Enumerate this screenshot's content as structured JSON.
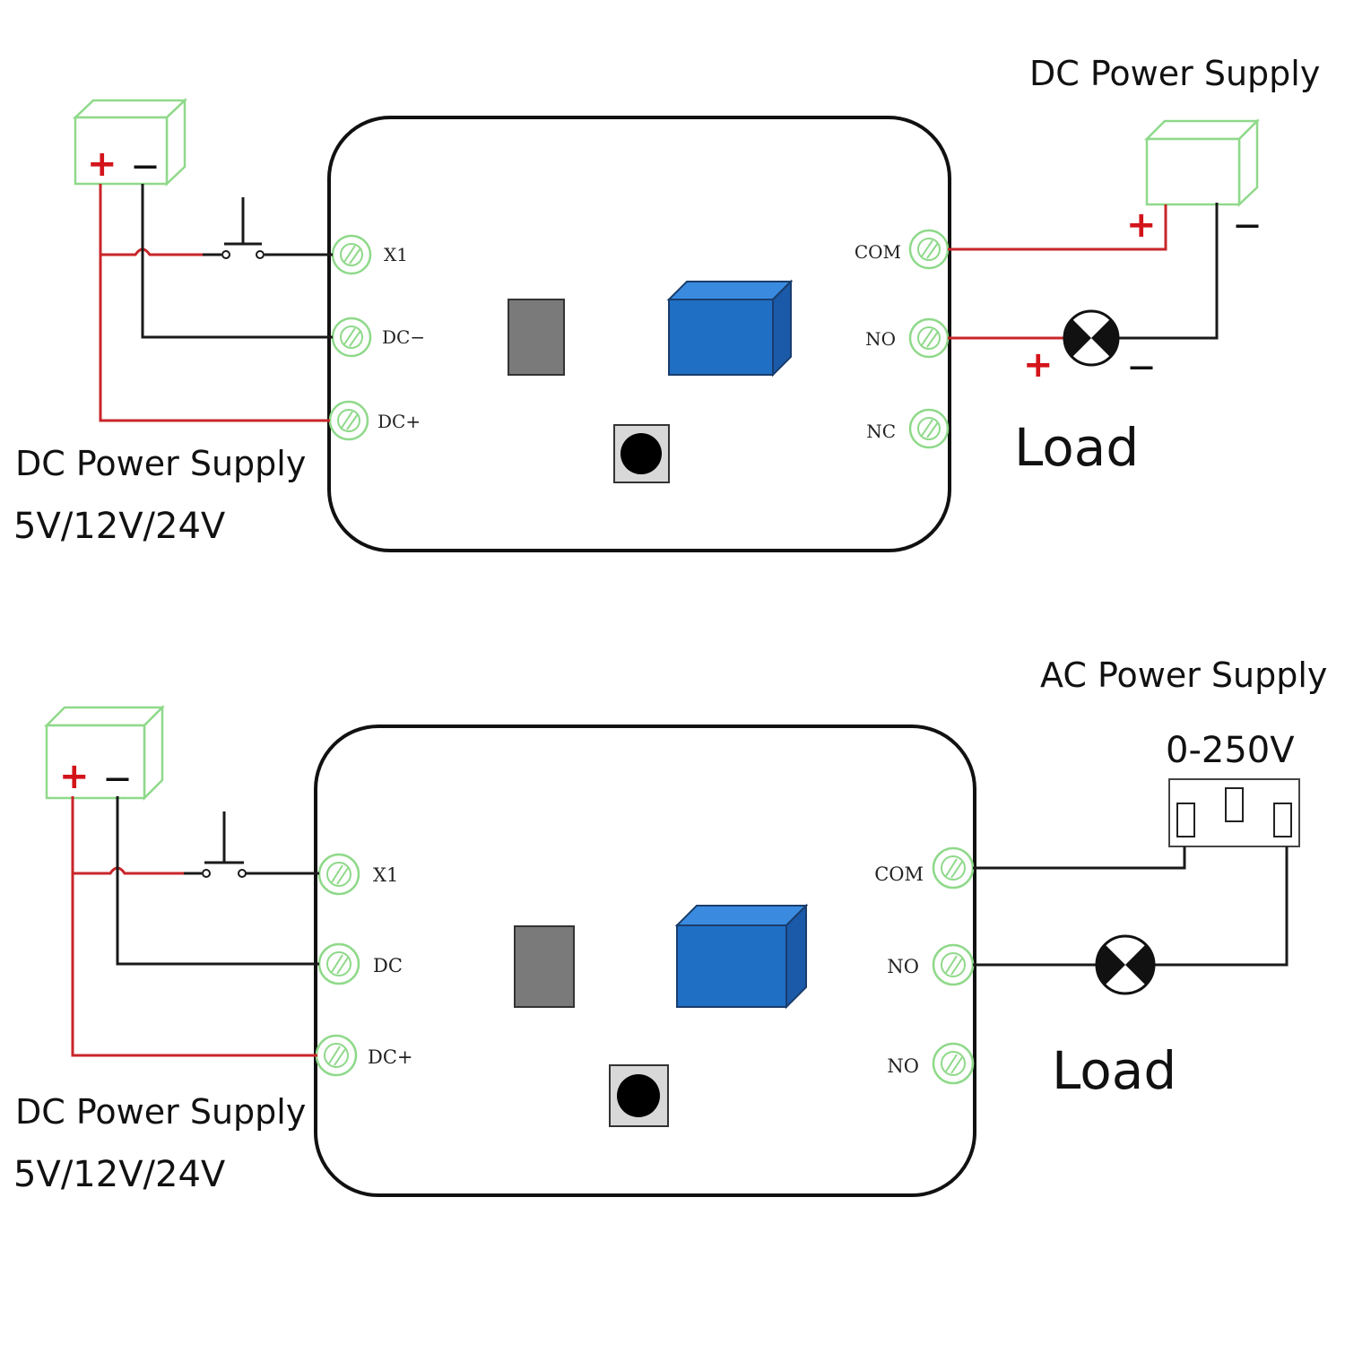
{
  "top_diagram": {
    "input_supply": {
      "title": "DC Power Supply",
      "voltage": "5V/12V/24V",
      "plus": "+",
      "minus": "—"
    },
    "terminals_left": [
      "X1",
      "DC−",
      "DC+"
    ],
    "terminals_right": [
      "COM",
      "NO",
      "NC"
    ],
    "load_supply": {
      "title": "DC Power Supply",
      "plus": "+",
      "minus": "—"
    },
    "load": {
      "label": "Load",
      "plus": "+",
      "minus": "—"
    }
  },
  "bottom_diagram": {
    "input_supply": {
      "title": "DC Power Supply",
      "voltage": "5V/12V/24V",
      "plus": "+",
      "minus": "—"
    },
    "terminals_left": [
      "X1",
      "DC",
      "DC+"
    ],
    "terminals_right": [
      "COM",
      "NO",
      "NO"
    ],
    "load_supply": {
      "title": "AC Power Supply",
      "voltage": "0-250V"
    },
    "load": {
      "label": "Load"
    }
  },
  "colors": {
    "wire_positive": "#c8262a",
    "wire_negative": "#1a1a1a",
    "relay": "#1f6fc4",
    "chip": "#7a7a7a",
    "terminal": "#8fd98a",
    "supply_box": "#8fd98a"
  },
  "icons": {
    "terminal": "screw-terminal-icon",
    "switch": "push-button-switch-icon",
    "lamp": "lamp-load-icon",
    "relay": "relay-block-icon",
    "socket": "ac-socket-icon"
  }
}
